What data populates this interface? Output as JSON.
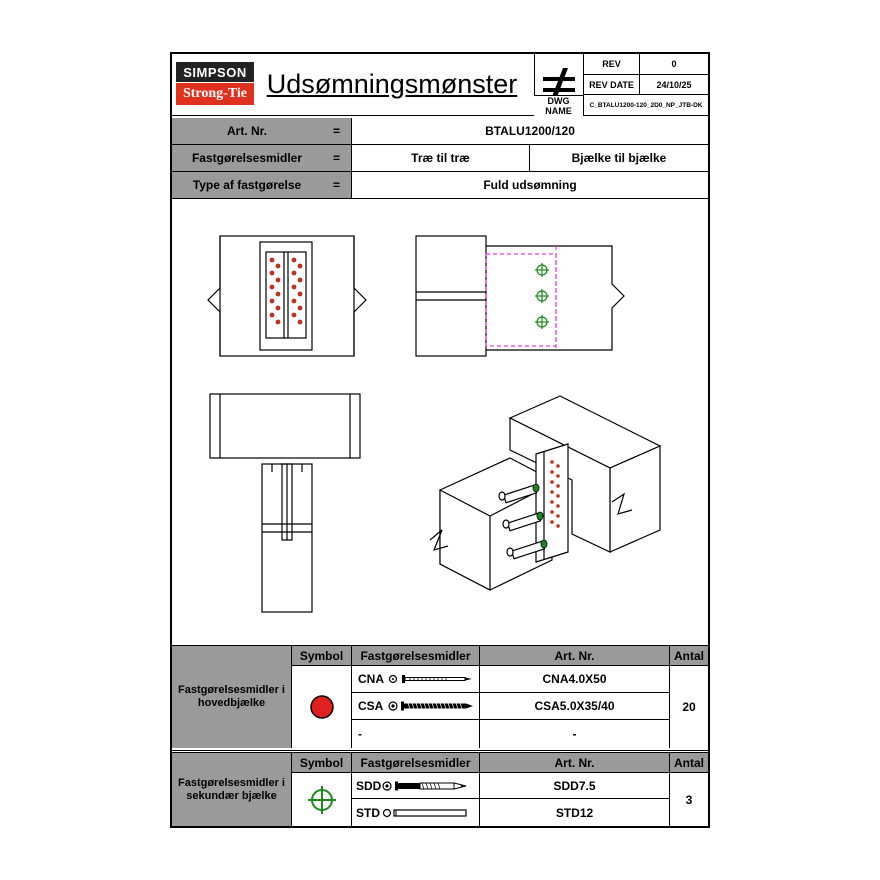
{
  "header": {
    "logo_top": "SIMPSON",
    "logo_bottom": "Strong-Tie",
    "title": "Udsømningsmønster",
    "symbol": "≠",
    "rev_label": "REV",
    "rev_value": "0",
    "rev_date_label": "REV DATE",
    "rev_date_value": "24/10/25",
    "dwg_name_label": "DWG NAME",
    "dwg_name_value": "C_BTALU1200-120_2D0_NP_JTB-DK"
  },
  "info": {
    "rows": [
      {
        "label": "Art. Nr.",
        "eq": "=",
        "value": "BTALU1200/120"
      },
      {
        "label": "Fastgørelsesmidler",
        "eq": "=",
        "value_left": "Træ til træ",
        "value_right": "Bjælke til bjælke"
      },
      {
        "label": "Type af fastgørelse",
        "eq": "=",
        "value": "Fuld udsømning"
      }
    ]
  },
  "drawing": {
    "views": [
      "front-view",
      "side-view",
      "top-view",
      "isometric-view"
    ],
    "colors": {
      "main_fastener": "#e0301e",
      "secondary_fastener": "#1a8a1a",
      "outline": "#000000",
      "hidden_line": "#e040e0"
    }
  },
  "main_table": {
    "group_label": "Fastgørelsesmidler i hovedbjælke",
    "headers": {
      "symbol": "Symbol",
      "fastener": "Fastgørelsesmidler",
      "art_nr": "Art. Nr.",
      "count": "Antal"
    },
    "symbol_icon": "red-filled-circle",
    "rows": [
      {
        "code": "CNA",
        "icon": "ring-nail-icon",
        "art_nr": "CNA4.0X50"
      },
      {
        "code": "CSA",
        "icon": "screw-icon",
        "art_nr": "CSA5.0X35/40"
      },
      {
        "code": "-",
        "icon": "",
        "art_nr": "-"
      }
    ],
    "count": "20"
  },
  "secondary_table": {
    "group_label": "Fastgørelsesmidler i sekundær bjælke",
    "headers": {
      "symbol": "Symbol",
      "fastener": "Fastgørelsesmidler",
      "art_nr": "Art. Nr.",
      "count": "Antal"
    },
    "symbol_icon": "green-crosshair-circle",
    "rows": [
      {
        "code": "SDD",
        "icon": "dowel-screw-icon",
        "art_nr": "SDD7.5"
      },
      {
        "code": "STD",
        "icon": "dowel-icon",
        "art_nr": "STD12"
      }
    ],
    "count": "3"
  }
}
